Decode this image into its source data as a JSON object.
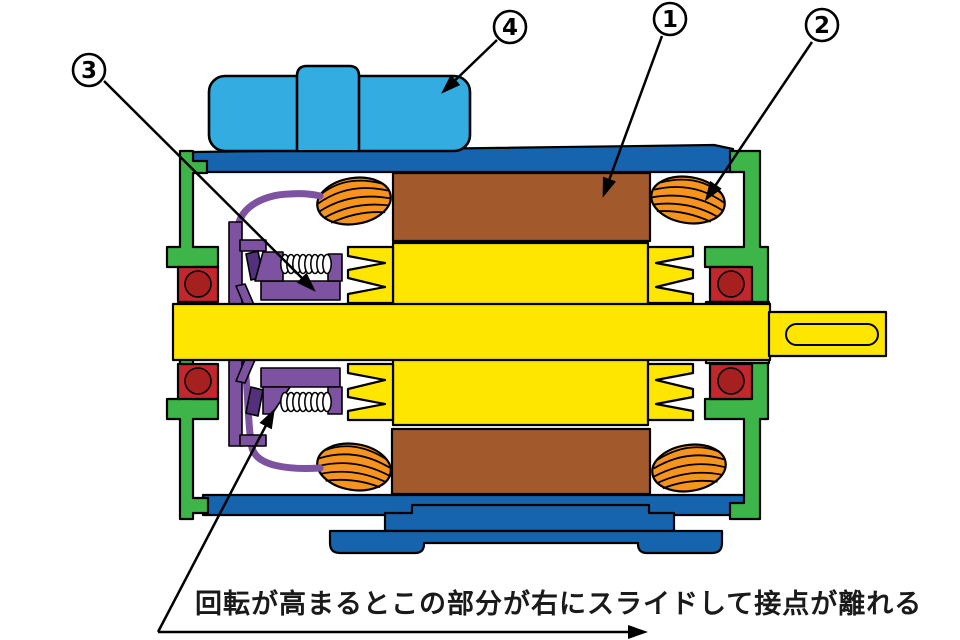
{
  "diagram": {
    "caption": "回転が高まるとこの部分が右にスライドして接点が離れる",
    "callouts": {
      "c1": "1",
      "c2": "2",
      "c3": "3",
      "c4": "4"
    },
    "colors": {
      "frame_green": "#3EB549",
      "shell_blue": "#1664AE",
      "capacitor_blue": "#33ADE1",
      "stator_core_brown": "#A2592C",
      "coil_orange": "#F7941E",
      "rotor_shaft_yellow": "#FFE600",
      "switch_purple": "#7D52A1",
      "bearing_red": "#C1272D",
      "bearing_ball_red": "#A6201F",
      "outline": "#000000"
    }
  }
}
